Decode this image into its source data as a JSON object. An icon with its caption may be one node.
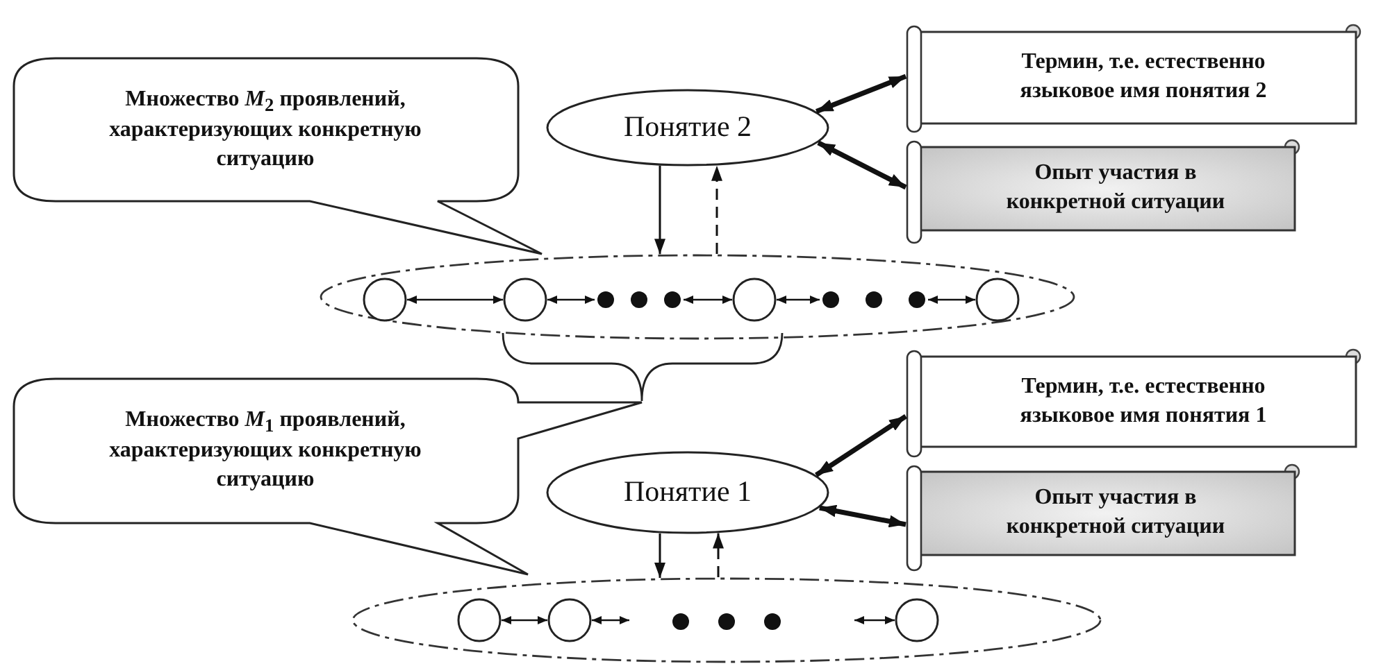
{
  "diagram": {
    "nodes": [
      {
        "text": [
          "Множество *M*$_{2}$ проявлений, характеризующих конкретную ситуацию"
        ]
      },
      {
        "text": [
          "Понятие 2"
        ]
      },
      {
        "text": [
          "Термин, т.е. естественно языковое имя понятия 2"
        ]
      },
      {
        "text": [
          "Опыт участия в конкретной ситуации"
        ]
      },
      {
        "text": [],
        "shape": "ellipse"
      },
      {
        "text": [],
        "shape": "circle",
        "in": 4
      },
      {
        "text": [],
        "shape": "circle",
        "in": 4
      },
      {
        "text": [],
        "shape": "dots",
        "in": 4
      },
      {
        "text": [],
        "shape": "circle",
        "in": 4
      },
      {
        "text": [],
        "shape": "dots",
        "in": 4
      },
      {
        "text": [],
        "shape": "circle",
        "in": 4
      },
      {
        "text": [
          "Множество *M*$_{1}$ проявлений, характеризующих конкретную ситуацию"
        ]
      },
      {
        "text": [
          "Понятие 1"
        ]
      },
      {
        "text": [
          "Термин, т.е. естественно языковое имя понятия 1"
        ]
      },
      {
        "text": [
          "Опыт участия в конкретной ситуации"
        ]
      },
      {
        "text": [],
        "shape": "ellipse"
      },
      {
        "text": [],
        "shape": "circle",
        "in": 15
      },
      {
        "text": [],
        "shape": "circle",
        "in": 15
      },
      {
        "text": [],
        "shape": "dots",
        "in": 15
      },
      {
        "text": [],
        "shape": "circle",
        "in": 15
      }
    ],
    "edges": [
      {
        "from": 1,
        "to": 2,
        "arrow": "both",
        "style": "thick"
      },
      {
        "from": 1,
        "to": 3,
        "arrow": "both",
        "style": "thick"
      },
      {
        "from": 1,
        "to": 4,
        "arrow": "to"
      },
      {
        "from": 4,
        "to": 1,
        "arrow": "to",
        "style": "dashed"
      },
      {
        "from": 5,
        "to": 6,
        "arrow": "both"
      },
      {
        "from": 6,
        "to": 7,
        "arrow": "both"
      },
      {
        "from": 7,
        "to": 8,
        "arrow": "both"
      },
      {
        "from": 8,
        "to": 9,
        "arrow": "both"
      },
      {
        "from": 9,
        "to": 10,
        "arrow": "both"
      },
      {
        "from": 12,
        "to": 13,
        "arrow": "both",
        "style": "thick"
      },
      {
        "from": 12,
        "to": 14,
        "arrow": "both",
        "style": "thick"
      },
      {
        "from": 12,
        "to": 15,
        "arrow": "to"
      },
      {
        "from": 15,
        "to": 12,
        "arrow": "to",
        "style": "dashed"
      },
      {
        "from": 16,
        "to": 17,
        "arrow": "both"
      },
      {
        "from": 17,
        "to": null,
        "arrow": "both"
      },
      {
        "from": null,
        "to": 19,
        "arrow": "both"
      }
    ]
  }
}
